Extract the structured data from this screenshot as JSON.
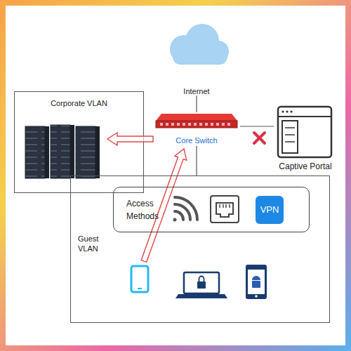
{
  "diagram": {
    "nodes": [
      {
        "text": [
          "Internet"
        ]
      },
      {
        "text": [
          "Corporate VLAN"
        ]
      },
      {
        "text": [
          "Core Switch"
        ]
      },
      {
        "text": [
          "Captive Portal"
        ]
      },
      {
        "text": [
          "Guest VLAN"
        ]
      },
      {
        "text": [
          "Access Methods"
        ],
        "in": 4
      },
      {
        "text": [
          "VPN"
        ],
        "in": 5
      }
    ],
    "edges": [
      {
        "from": 0,
        "to": 2,
        "arrow": "none"
      },
      {
        "from": 2,
        "to": 1,
        "arrow": "to"
      },
      {
        "from": 2,
        "to": 3,
        "arrow": "none"
      },
      {
        "from": 2,
        "to": 4,
        "arrow": "none"
      }
    ]
  }
}
